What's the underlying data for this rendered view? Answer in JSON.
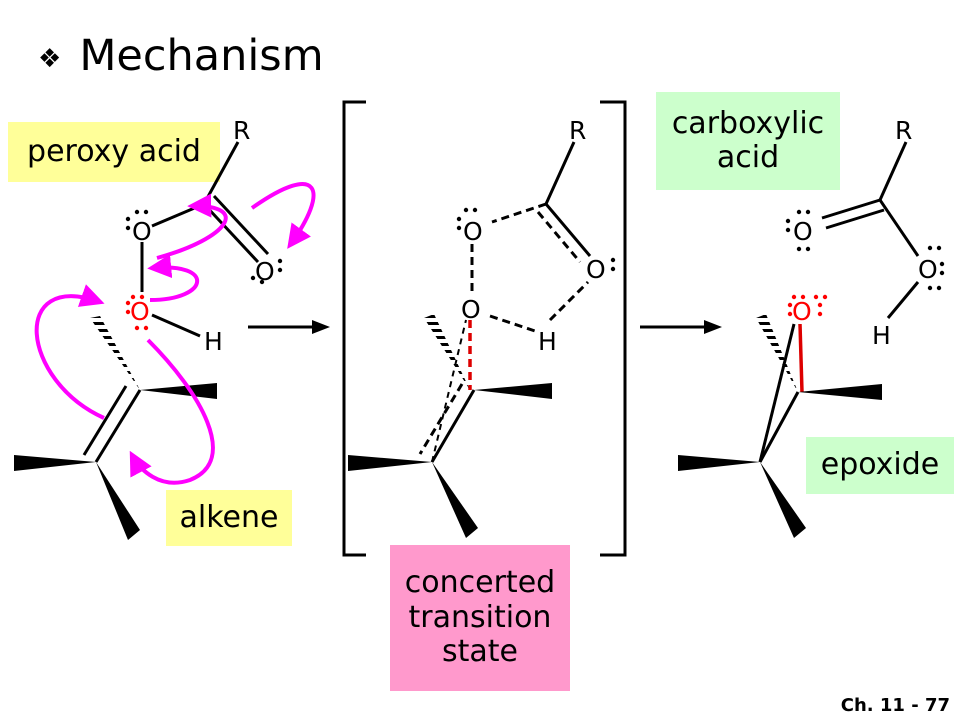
{
  "title": "Mechanism",
  "footer": "Ch. 11 - 77",
  "labels": {
    "peroxy_acid": "peroxy acid",
    "alkene": "alkene",
    "transition_state": "concerted\ntransition\nstate",
    "carboxylic_acid": "carboxylic\nacid",
    "epoxide": "epoxide"
  },
  "atoms": {
    "R": "R",
    "O": "O",
    "H": "H"
  },
  "colors": {
    "yellow_label": "#ffff99",
    "pink_label": "#ff99cc",
    "green_label": "#ccffcc",
    "arrow_magenta": "#ff00ff",
    "red_atom": "#ff0000",
    "new_bond_red": "#dd0000"
  }
}
